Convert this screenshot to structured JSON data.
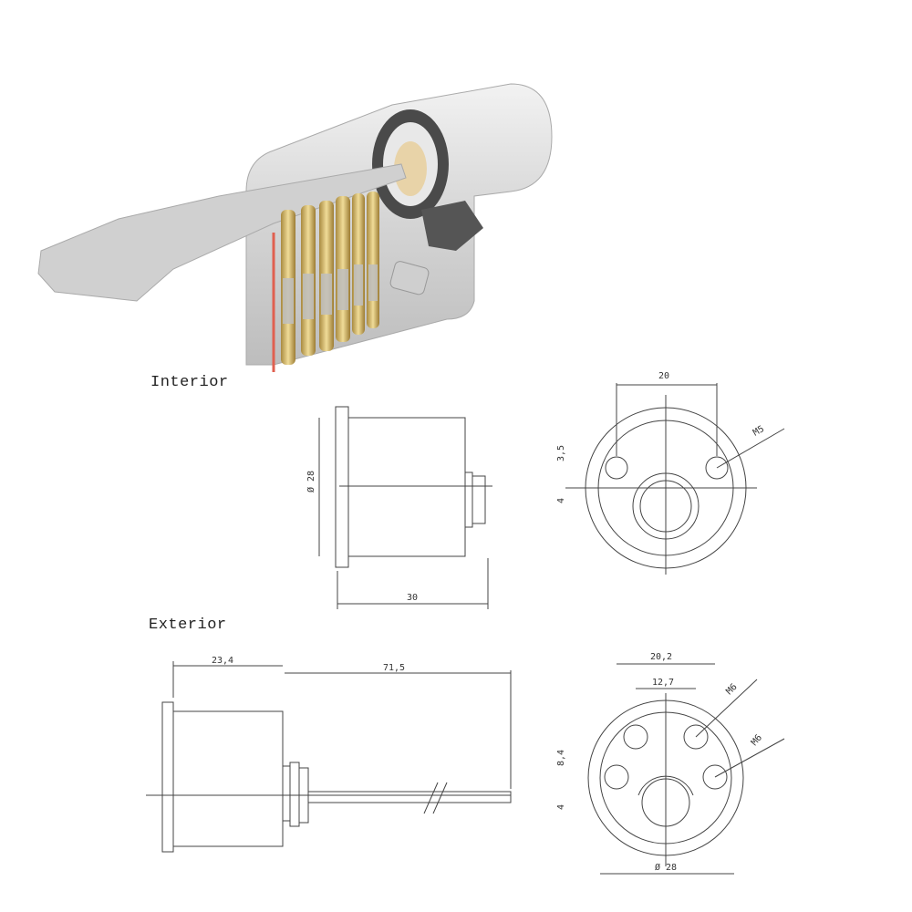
{
  "illustration": {
    "subject": "Euro profile lock cylinder cutaway with inserted key",
    "colors": {
      "body": "#d9d9d9",
      "pins": "#c8a860",
      "ring": "#555555",
      "cutline": "#e06050",
      "cam": "#c8b090"
    }
  },
  "sections": {
    "interior": {
      "label": "Interior"
    },
    "exterior": {
      "label": "Exterior"
    }
  },
  "dimensions": {
    "interior_side": {
      "diameter": "Ø 28",
      "length": "30"
    },
    "interior_front": {
      "hole_spacing": "20",
      "thread": "M5",
      "offset_upper": "3,5",
      "offset_lower": "4"
    },
    "exterior_side": {
      "flange_length": "23,4",
      "tail_length": "71,5"
    },
    "exterior_front": {
      "outer_spacing": "20,2",
      "inner_spacing": "12,7",
      "thread_upper": "M6",
      "thread_lower": "M6",
      "offset_upper": "8,4",
      "offset_lower": "4",
      "diameter": "Ø 28"
    }
  }
}
